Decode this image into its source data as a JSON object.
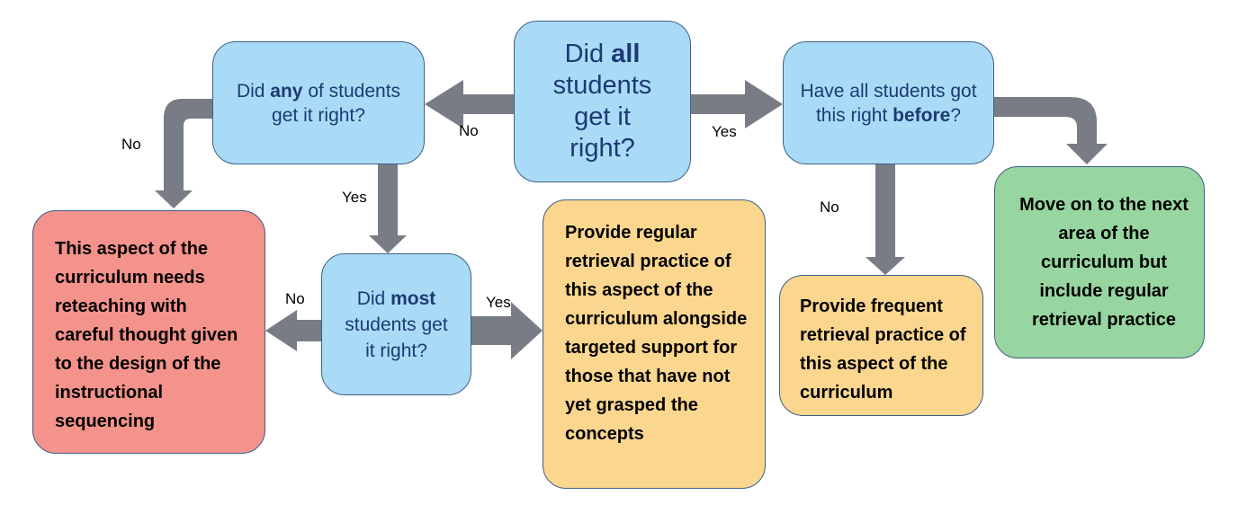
{
  "colors": {
    "question_fill": "#a9dbf7",
    "question_text": "#1d3a72",
    "reteach_fill": "#f4938b",
    "practice_fill": "#fbd68f",
    "move_on_fill": "#97d6a0",
    "arrow": "#777c85"
  },
  "nodes": {
    "all": {
      "pre": "Did ",
      "strong": "all",
      "post": " students get it right?"
    },
    "any": {
      "pre": "Did ",
      "strong": "any",
      "post": " of students get it right?"
    },
    "before": {
      "pre": "Have all students got this right ",
      "strong": "before",
      "post": "?"
    },
    "most": {
      "pre": "Did ",
      "strong": "most",
      "post": " students get it right?"
    },
    "reteach": "This aspect of the curriculum needs reteaching with careful thought given to the design of the instructional sequencing",
    "targeted": "Provide regular retrieval practice of this aspect of the curriculum alongside targeted support for those that have not yet grasped the concepts",
    "frequent": "Provide frequent retrieval practice of this aspect of the curriculum",
    "move_on": "Move on to the next area of the curriculum but include regular retrieval practice"
  },
  "edges": {
    "all_to_any": "No",
    "all_to_before": "Yes",
    "any_to_reteach": "No",
    "any_to_most": "Yes",
    "most_to_reteach": "No",
    "most_to_targeted": "Yes",
    "before_to_frequent": "No"
  }
}
